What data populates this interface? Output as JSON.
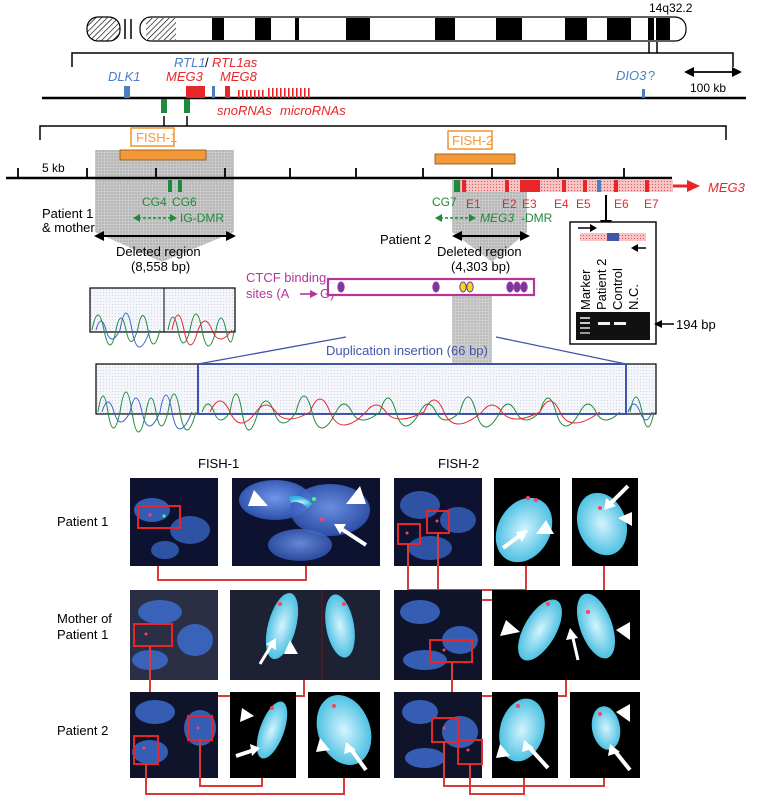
{
  "colors": {
    "black": "#000000",
    "red": "#e8262a",
    "green": "#1e8a3a",
    "blue": "#4a7fc1",
    "orange": "#f29a3a",
    "magenta": "#b5359c",
    "duplication_blue": "#3f55a8",
    "bracket_red": "#d93a3a",
    "fish_bg": "#0d1230",
    "nucleus": "#3d6fd6",
    "yellow": "#f4d81c"
  },
  "ideogram": {
    "band_label": "14q32.2"
  },
  "locus": {
    "genes": {
      "dlk1": "DLK1",
      "rtl1": "RTL1",
      "slash": "/",
      "rtl1as": "RTL1as",
      "meg3": "MEG3",
      "meg8": "MEG8",
      "dio3": "DIO3",
      "dio3_q": "?",
      "snornas": "snoRNAs",
      "micrornas": "microRNAs"
    },
    "scale_100kb": "100 kb"
  },
  "zoom": {
    "scale_5kb": "5 kb",
    "fish1": "FISH-1",
    "fish2": "FISH-2",
    "cg4": "CG4",
    "cg6": "CG6",
    "ig_dmr": "IG-DMR",
    "cg7": "CG7",
    "meg3_dmr_gene": "MEG3",
    "meg3_dmr_suffix": "-DMR",
    "exons": [
      "E1",
      "E2",
      "E3",
      "E4",
      "E5",
      "E6",
      "E7"
    ],
    "meg3_arrow": "MEG3"
  },
  "deletions": {
    "p1_label_line1": "Patient 1",
    "p1_label_line2": "& mother",
    "p1_region": "Deleted region",
    "p1_size": "(8,558  bp)",
    "p2_label": "Patient 2",
    "p2_region": "Deleted region",
    "p2_size": "(4,303 bp)",
    "ctcf_line1": "CTCF binding",
    "ctcf_line2_a": "sites (A",
    "ctcf_line2_b": "G)",
    "duplication": "Duplication insertion (66 bp)"
  },
  "gel": {
    "lanes": [
      "Marker",
      "Patient 2",
      "Control",
      "N.C."
    ],
    "band_size": "194 bp"
  },
  "fish_panels": {
    "col1": "FISH-1",
    "col2": "FISH-2",
    "rows": [
      "Patient 1",
      "Mother of",
      "Patient 1",
      "Patient 2"
    ]
  }
}
